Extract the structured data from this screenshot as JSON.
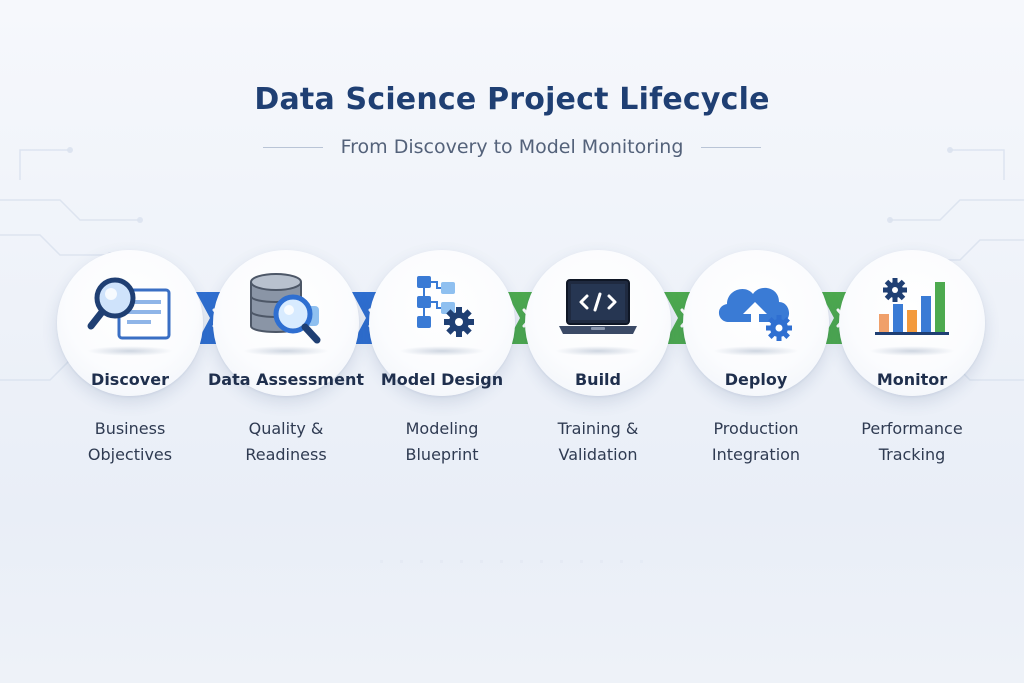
{
  "header": {
    "title": "Data Science Project Lifecycle",
    "subtitle": "From Discovery to Model Monitoring"
  },
  "stages": [
    {
      "title": "Discover",
      "desc_line1": "Business",
      "desc_line2": "Objectives",
      "icon": "magnifier-document-icon"
    },
    {
      "title": "Data Assessment",
      "desc_line1": "Quality &",
      "desc_line2": "Readiness",
      "icon": "database-magnifier-icon"
    },
    {
      "title": "Model Design",
      "desc_line1": "Modeling",
      "desc_line2": "Blueprint",
      "icon": "flowchart-gear-icon"
    },
    {
      "title": "Build",
      "desc_line1": "Training &",
      "desc_line2": "Validation",
      "icon": "laptop-code-icon"
    },
    {
      "title": "Deploy",
      "desc_line1": "Production",
      "desc_line2": "Integration",
      "icon": "cloud-upload-gear-icon"
    },
    {
      "title": "Monitor",
      "desc_line1": "Performance",
      "desc_line2": "Tracking",
      "icon": "bar-chart-gear-icon"
    }
  ],
  "colors": {
    "title": "#1f3f73",
    "arrow_blue": "#2f6fd1",
    "arrow_green": "#4daa4f"
  }
}
